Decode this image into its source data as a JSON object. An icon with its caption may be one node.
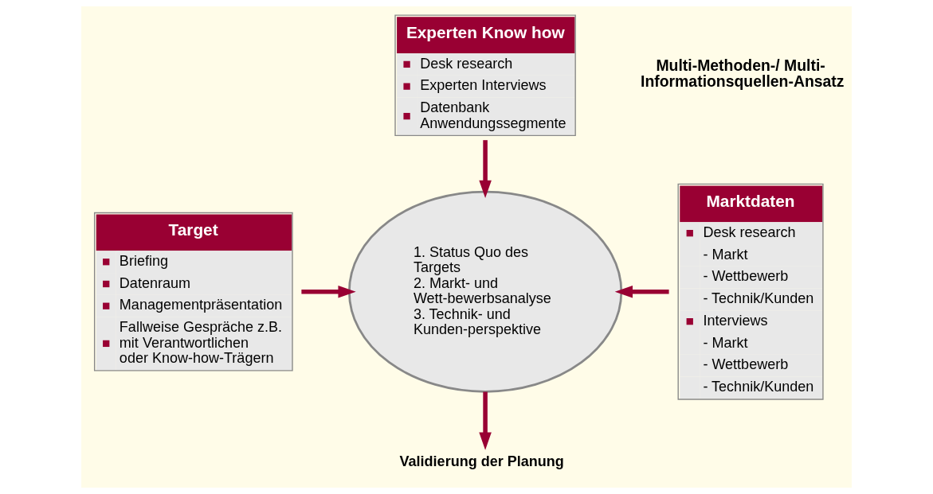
{
  "diagram": {
    "nodes": [
      {
        "text": [
          "Experten Know how",
          "Desk research",
          "Experten Interviews",
          "Datenbank Anwendungssegmente"
        ]
      },
      {
        "text": [
          "Target",
          "Briefing",
          "Datenraum",
          "Managementpräsentation",
          "Fallweise Gespräche z.B. mit Verantwortlichen oder Know-how-Trägern"
        ]
      },
      {
        "text": [
          "1. Status Quo des Targets",
          "2. Markt- und Wett-bewerbsanalyse",
          "3. Technik- und Kunden-perspektive"
        ]
      },
      {
        "text": [
          "Marktdaten",
          "Desk research",
          "- Markt",
          "- Wettbewerb",
          "- Technik/Kunden",
          "Interviews",
          "- Markt",
          "- Wettbewerb",
          "- Technik/Kunden"
        ]
      },
      {
        "text": [
          "Validierung der Planung"
        ]
      }
    ],
    "edges": [
      {
        "from": 0,
        "to": 2,
        "arrow": "to"
      },
      {
        "from": 1,
        "to": 2,
        "arrow": "to"
      },
      {
        "from": 3,
        "to": 2,
        "arrow": "to"
      },
      {
        "from": 2,
        "to": 4,
        "arrow": "to"
      }
    ],
    "labels": [
      "Multi-Methoden-/ Multi-Informationsquellen-Ansatz"
    ]
  }
}
